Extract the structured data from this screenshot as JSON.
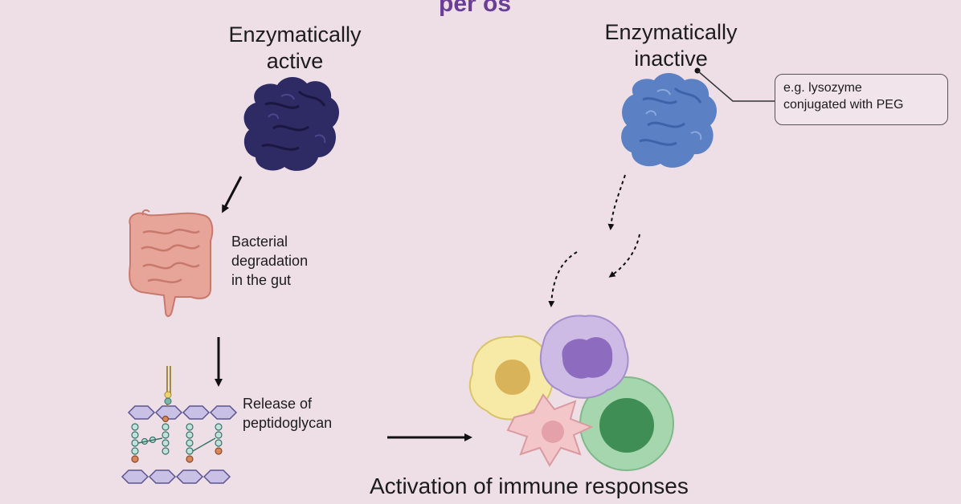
{
  "title": "per os",
  "left_branch": {
    "label_line1": "Enzymatically",
    "label_line2": "active",
    "gut_caption_line1": "Bacterial",
    "gut_caption_line2": "degradation",
    "gut_caption_line3": "in the gut",
    "pg_caption_line1": "Release of",
    "pg_caption_line2": "peptidoglycan"
  },
  "right_branch": {
    "label_line1": "Enzymatically",
    "label_line2": "inactive",
    "callout_line1": "e.g. lysozyme",
    "callout_line2": "conjugated with PEG"
  },
  "outcome": "Activation of immune responses",
  "colors": {
    "background": "#eedfe6",
    "title": "#6a3d96",
    "active_protein": "#2e2a63",
    "inactive_protein": "#5b80c4",
    "gut": "#e7a59a",
    "cell_yellow": "#f6eaa6",
    "cell_purple": "#cdbbe6",
    "cell_pink": "#f3c7c9",
    "cell_green": "#a6d6ad"
  }
}
